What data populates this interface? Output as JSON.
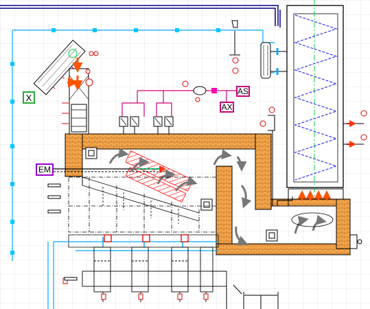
{
  "labels": {
    "x": "X",
    "as": "AS",
    "ax": "AX",
    "em": "EM"
  },
  "colors": {
    "grid": "#e4e4e4",
    "water_line": "#00aaff",
    "water_node": "#00c8ff",
    "brick": "#f3a54b",
    "brick_line": "#c0782a",
    "flue_arrow": "#777777",
    "flame": "#ff6633",
    "hot_arrow": "#ff5500",
    "heater_coil": "#3333ee",
    "centerline": "#00cc44",
    "steam_line": "#cc0077",
    "label_x_border": "#22aa33",
    "label_as_ax_border": "#cc0077",
    "label_em_border": "#9900cc",
    "instrument_red": "#dd0000",
    "dark_blue_pipe": "#000080"
  }
}
